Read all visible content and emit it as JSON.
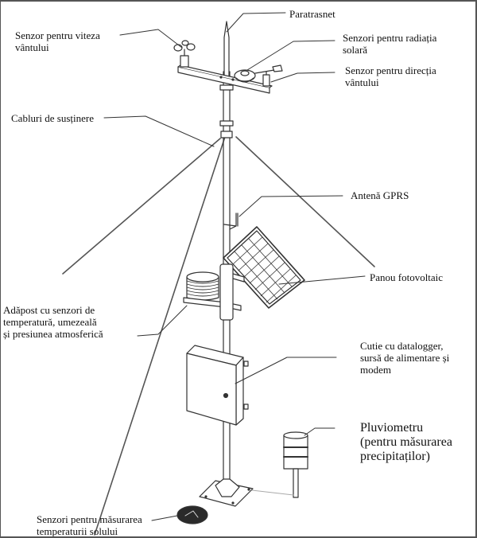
{
  "diagram": {
    "title": "",
    "labels": {
      "paratrasnet": "Paratrasnet",
      "wind_speed": "Senzor pentru viteza\nvântului",
      "solar_radiation": "Senzori pentru radiația\nsolară",
      "wind_direction": "Senzor pentru direcția\nvântului",
      "support_cables": "Cabluri de susținere",
      "gprs_antenna": "Antenă GPRS",
      "pv_panel": "Panou fotovoltaic",
      "shelter": "Adăpost cu senzori de\ntemperatură, umezeală\nși presiunea atmosferică",
      "datalogger_box": "Cutie cu datalogger,\nsursă de alimentare și\nmodem",
      "rain_gauge": "Pluviometru\n(pentru măsurarea\nprecipitaților)",
      "soil_sensor": "Senzori pentru măsurarea\ntemperaturii solului"
    },
    "colors": {
      "line": "#333333",
      "text": "#111111",
      "soil_sensor_fill": "#2a2a2a"
    }
  }
}
